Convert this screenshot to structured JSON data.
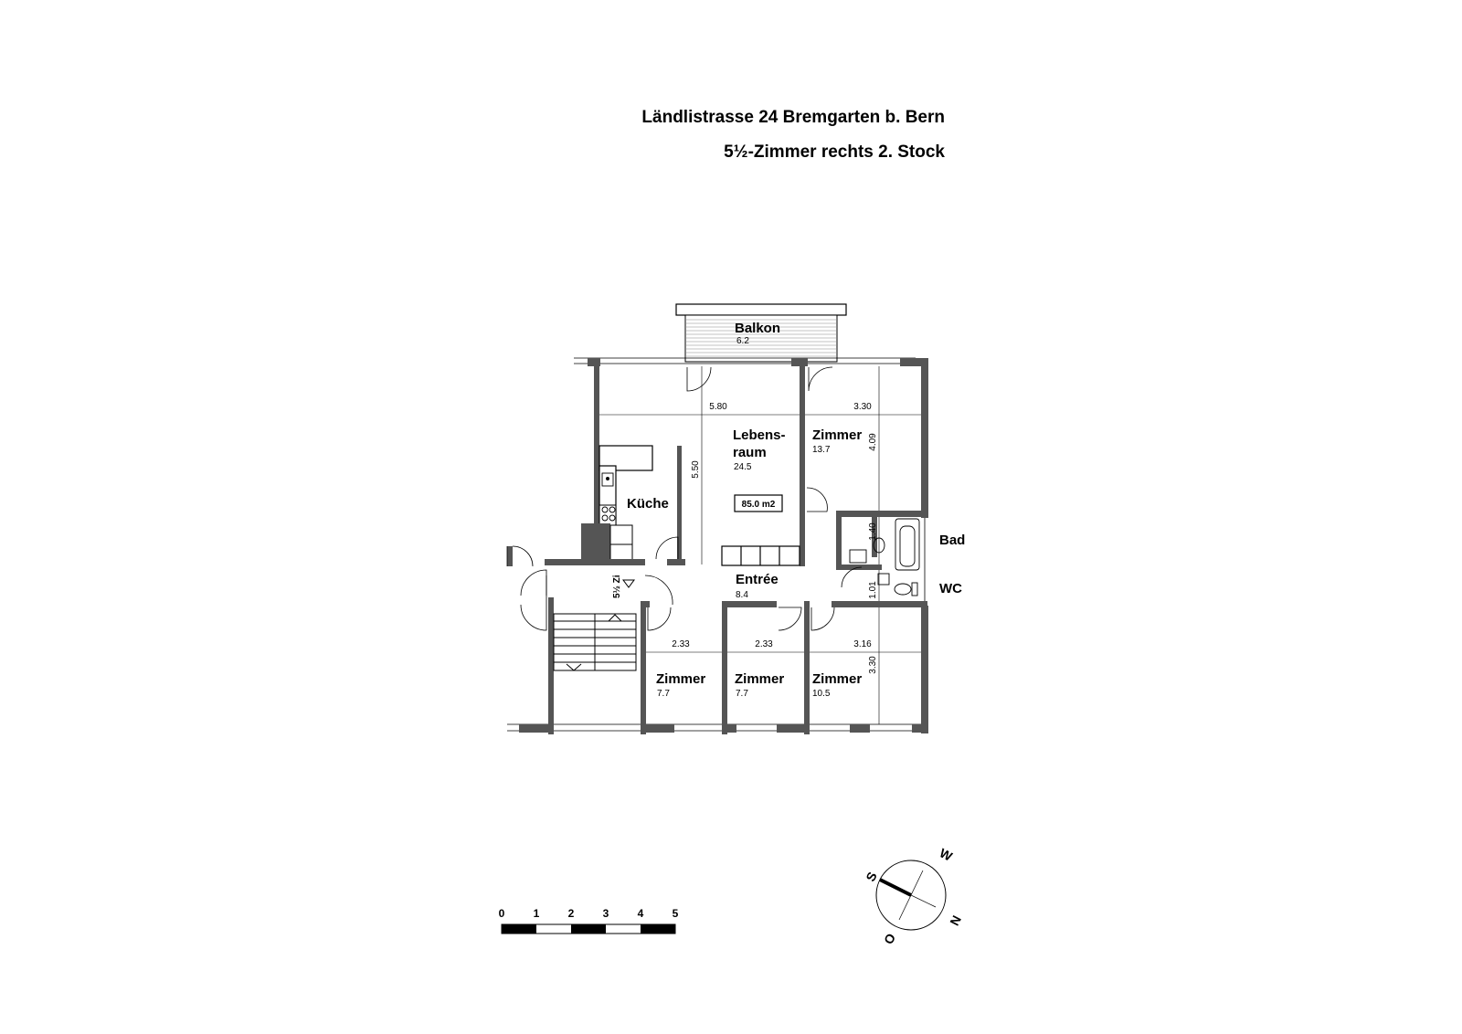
{
  "header": {
    "address": "Ländlistrasse 24 Bremgarten b. Bern",
    "unit": "5½-Zimmer rechts 2. Stock"
  },
  "rooms": {
    "balkon": {
      "name": "Balkon",
      "area": "6.2"
    },
    "lebensraum": {
      "name1": "Lebens-",
      "name2": "raum",
      "area": "24.5"
    },
    "zimmer_ne": {
      "name": "Zimmer",
      "area": "13.7"
    },
    "kueche": {
      "name": "Küche"
    },
    "entree": {
      "name": "Entrée",
      "area": "8.4"
    },
    "bad": {
      "name": "Bad"
    },
    "wc": {
      "name": "WC"
    },
    "zimmer_1": {
      "name": "Zimmer",
      "area": "7.7"
    },
    "zimmer_2": {
      "name": "Zimmer",
      "area": "7.7"
    },
    "zimmer_3": {
      "name": "Zimmer",
      "area": "10.5"
    }
  },
  "total_area": "85.0 m2",
  "unit_marker": "5½ Zi",
  "dimensions": {
    "d580": "5.80",
    "d330_top": "3.30",
    "d550": "5.50",
    "d409": "4.09",
    "d140": "1.40",
    "d101": "1.01",
    "d233_a": "2.33",
    "d233_b": "2.33",
    "d316": "3.16",
    "d330_side": "3.30"
  },
  "scale_bar": {
    "labels": [
      "0",
      "1",
      "2",
      "3",
      "4",
      "5"
    ]
  },
  "compass": {
    "top_left": "S",
    "top_right": "W",
    "bottom_left": "O",
    "bottom_right": "N"
  },
  "colors": {
    "wall": "#555555",
    "line": "#000000"
  }
}
